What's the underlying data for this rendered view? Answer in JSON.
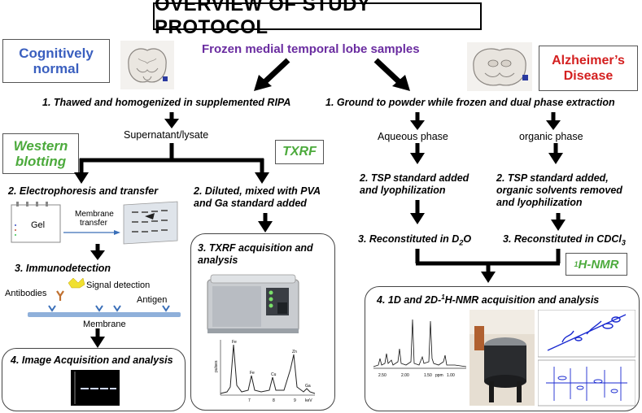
{
  "title": "OVERVIEW OF STUDY PROTOCOL",
  "header": {
    "samples": "Frozen medial temporal lobe samples",
    "cognitively_normal_line1": "Cognitively",
    "cognitively_normal_line2": "normal",
    "alzheimers_line1": "Alzheimer’s",
    "alzheimers_line2": "Disease"
  },
  "left_branch": {
    "step1": "1. Thawed and homogenized in supplemented RIPA",
    "supernatant": "Supernatant/lysate",
    "western_line1": "Western",
    "western_line2": "blotting",
    "txrf_tag": "TXRF",
    "wb_step2": "2. Electrophoresis and transfer",
    "gel_label": "Gel",
    "membrane_transfer_line1": "Membrane",
    "membrane_transfer_line2": "transfer",
    "wb_step3": "3. Immunodetection",
    "antibodies": "Antibodies",
    "signal_detection": "Signal detection",
    "antigen": "Antigen",
    "membrane": "Membrane",
    "wb_step4": "4. Image Acquisition and analysis",
    "txrf_step2_line1": "2. Diluted, mixed with PVA",
    "txrf_step2_line2": "and Ga standard added",
    "txrf_step3_line1": "3. TXRF acquisition and",
    "txrf_step3_line2": "analysis",
    "spectrum_peaks": [
      "Fe",
      "Fe",
      "Cu",
      "Zn",
      "Ga"
    ],
    "spectrum_ylabel": "pulses",
    "spectrum_xlabel": "keV",
    "spectrum_ticks": [
      "7",
      "8",
      "9"
    ]
  },
  "right_branch": {
    "step1": "1. Ground to powder while frozen and dual phase extraction",
    "aqueous": "Aqueous phase",
    "organic": "organic phase",
    "aq_step2_line1": "2. TSP standard added",
    "aq_step2_line2": "and lyophilization",
    "org_step2_line1": "2. TSP standard added,",
    "org_step2_line2": "organic solvents removed",
    "org_step2_line3": "and lyophilization",
    "aq_step3": "3. Reconstituted in D",
    "aq_step3_sub": "2",
    "aq_step3_end": "O",
    "org_step3": "3. Reconstituted in CDCl",
    "org_step3_sub": "3",
    "nmr_tag_sup": "1",
    "nmr_tag": "H-NMR",
    "nmr_step4": "4. 1D and 2D-",
    "nmr_step4_sup": "1",
    "nmr_step4_end": "H-NMR acquisition and analysis",
    "nmr_ticks": [
      "2.50",
      "2.00",
      "1.50",
      "1.00"
    ],
    "nmr_unit": "ppm"
  },
  "colors": {
    "cognitively_normal": "#3a5fbf",
    "alzheimers": "#d42020",
    "samples_title": "#6a2ca0",
    "tag_green": "#4caa3c",
    "membrane": "#8fb0da",
    "antibody": "#3a6fb8"
  }
}
